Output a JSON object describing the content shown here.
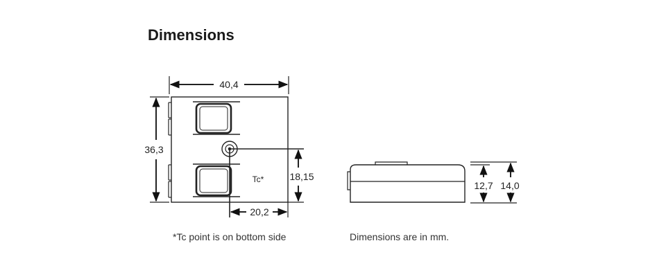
{
  "title": "Dimensions",
  "top_view": {
    "width_label": "40,4",
    "height_label": "36,3",
    "tc_height_label": "18,15",
    "tc_width_label": "20,2",
    "tc_marker": "Tc*"
  },
  "side_view": {
    "body_height_label": "12,7",
    "total_height_label": "14,0"
  },
  "notes": {
    "tc_note": "*Tc point is on bottom side",
    "units_note": "Dimensions are in mm."
  }
}
